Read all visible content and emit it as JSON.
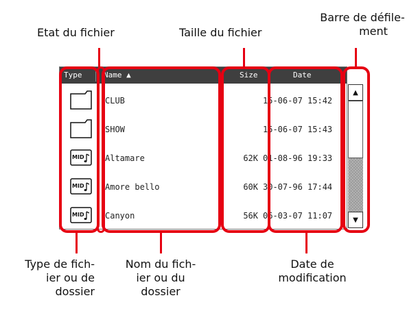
{
  "callouts": {
    "state": "Etat du fichier",
    "size": "Taille du fichier",
    "scrollbar_line1": "Barre de défile-",
    "scrollbar_line2": "ment",
    "type_line1": "Type de fich-",
    "type_line2": "ier ou de",
    "type_line3": "dossier",
    "name_line1": "Nom du fich-",
    "name_line2": "ier ou du",
    "name_line3": "dossier",
    "date_line1": "Date de",
    "date_line2": "modification"
  },
  "table": {
    "headers": {
      "type": "Type",
      "name": "Name ▲",
      "size": "Size",
      "date": "Date"
    },
    "rows": [
      {
        "icon": "folder-icon",
        "name": "CLUB",
        "size": "",
        "date": "15-06-07 15:42"
      },
      {
        "icon": "folder-icon",
        "name": "SHOW",
        "size": "",
        "date": "15-06-07 15:43"
      },
      {
        "icon": "midi-file-icon",
        "name": "Altamare",
        "size": "62K",
        "date": "01-08-96 19:33"
      },
      {
        "icon": "midi-file-icon",
        "name": "Amore bello",
        "size": "60K",
        "date": "30-07-96 17:44"
      },
      {
        "icon": "midi-file-icon",
        "name": "Canyon",
        "size": "56K",
        "date": "06-03-07 11:07"
      }
    ],
    "midi_label": "MID"
  },
  "scrollbar": {
    "up": "▲",
    "down": "▼"
  },
  "colors": {
    "highlight": "#e60012",
    "header_bg": "#3f3f3f"
  }
}
